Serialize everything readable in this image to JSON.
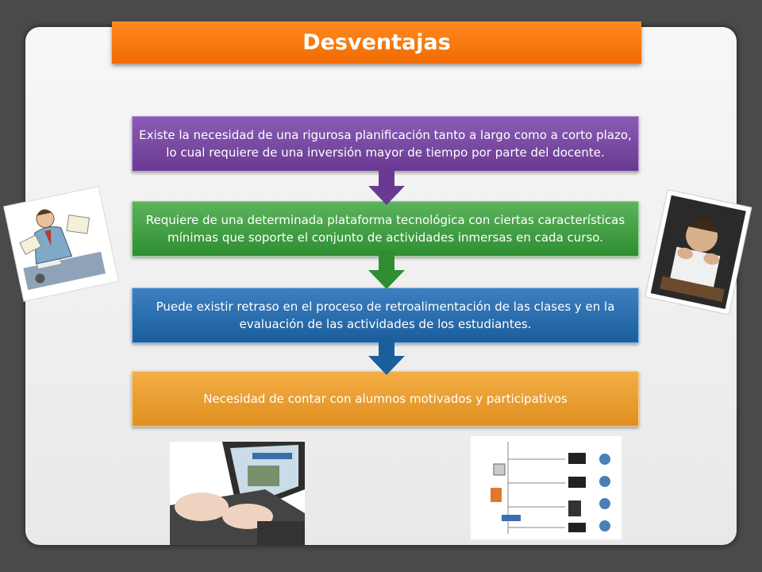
{
  "title": "Desventajas",
  "items": [
    {
      "text": "Existe la necesidad de una rigurosa planificación  tanto a largo como a corto plazo, lo cual requiere de una inversión mayor de tiempo por parte del docente.",
      "color": "#7b4aa6"
    },
    {
      "text": "Requiere de una determinada plataforma tecnológica con ciertas características mínimas que soporte el conjunto de actividades inmersas en cada curso.",
      "color": "#3fa042"
    },
    {
      "text": "Puede existir retraso en el proceso de retroalimentación de las clases y en la evaluación de las actividades de los estudiantes.",
      "color": "#2a6fb0"
    },
    {
      "text": "Necesidad de contar con alumnos motivados y participativos",
      "color": "#ea9d33"
    }
  ],
  "accent_colors": {
    "title": "#f57c0d",
    "background": "#4a4a4a",
    "panel": "#f2f2f2"
  },
  "images": [
    {
      "name": "stressed-office-worker-clipart"
    },
    {
      "name": "tired-child-photo"
    },
    {
      "name": "laptop-typing-photo"
    },
    {
      "name": "network-diagram-image"
    }
  ]
}
